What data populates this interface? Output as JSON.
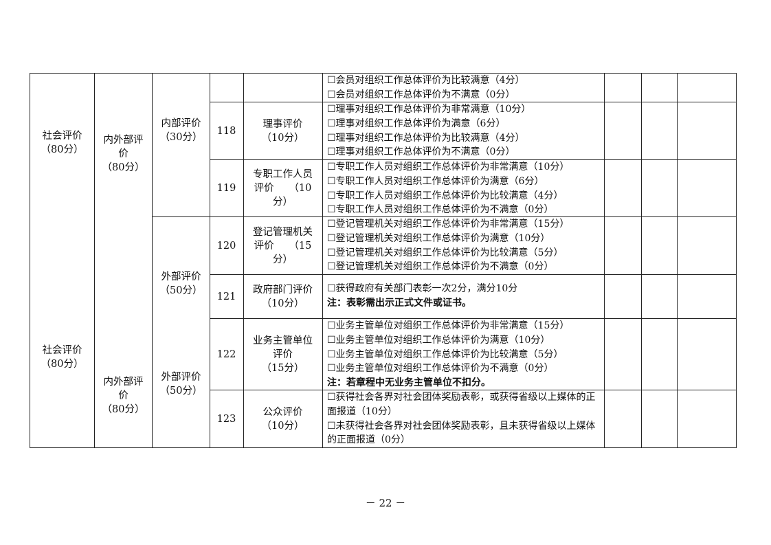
{
  "table": {
    "rows": [
      {
        "level1": "社会评价\n（80分）",
        "level2": "内外部评\n价\n（80分）",
        "level3": "内部评价\n（30分）",
        "no": "",
        "item": "",
        "options": [
          "☐会员对组织工作总体评价为比较满意（4分）",
          "☐会员对组织工作总体评价为不满意（0分）"
        ],
        "note": ""
      },
      {
        "no": "118",
        "item": "理事评价\n（10分）",
        "options": [
          "☐理事对组织工作总体评价为非常满意（10分）",
          "☐理事对组织工作总体评价为满意（6分）",
          "☐理事对组织工作总体评价为比较满意（4分）",
          "☐理事对组织工作总体评价为不满意（0分）"
        ],
        "note": ""
      },
      {
        "no": "119",
        "item": "专职工作人员\n评价　　（10\n分）",
        "options": [
          "☐专职工作人员对组织工作总体评价为非常满意（10分）",
          "☐专职工作人员对组织工作总体评价为满意（6分）",
          "☐专职工作人员对组织工作总体评价为比较满意（4分）",
          "☐专职工作人员对组织工作总体评价为不满意（0分）"
        ],
        "note": ""
      },
      {
        "level3": "外部评价\n（50分）",
        "no": "120",
        "item": "登记管理机关\n评价　　（15\n分）",
        "options": [
          "☐登记管理机关对组织工作总体评价为非常满意（15分）",
          "☐登记管理机关对组织工作总体评价为满意（10分）",
          "☐登记管理机关对组织工作总体评价为比较满意（5分）",
          "☐登记管理机关对组织工作总体评价为不满意（0分）"
        ],
        "note": ""
      },
      {
        "no": "121",
        "item": "政府部门评价\n（10分）",
        "options": [
          "☐获得政府有关部门表彰一次2分，满分10分"
        ],
        "note": "注：表彰需出示正式文件或证书。"
      },
      {
        "level1": "社会评价\n（80分）",
        "level2": "内外部评\n价\n（80分）",
        "level3": "外部评价\n（50分）",
        "no": "122",
        "item": "业务主管单位\n评价\n（15分）",
        "options": [
          "☐业务主管单位对组织工作总体评价为非常满意（15分）",
          "☐业务主管单位对组织工作总体评价为满意（10分）",
          "☐业务主管单位对组织工作总体评价为比较满意（5分）",
          "☐业务主管单位对组织工作总体评价为不满意（0分）"
        ],
        "note": "注：若章程中无业务主管单位不扣分。"
      },
      {
        "no": "123",
        "item": "公众评价\n（10分）",
        "options": [
          "☐获得社会各界对社会团体奖励表彰，或获得省级以上媒体的正面报道（10分）",
          "☐未获得社会各界对社会团体奖励表彰，且未获得省级以上媒体的正面报道（0分）"
        ],
        "note": ""
      }
    ]
  },
  "footer": {
    "page_number": "－ 22 －"
  }
}
